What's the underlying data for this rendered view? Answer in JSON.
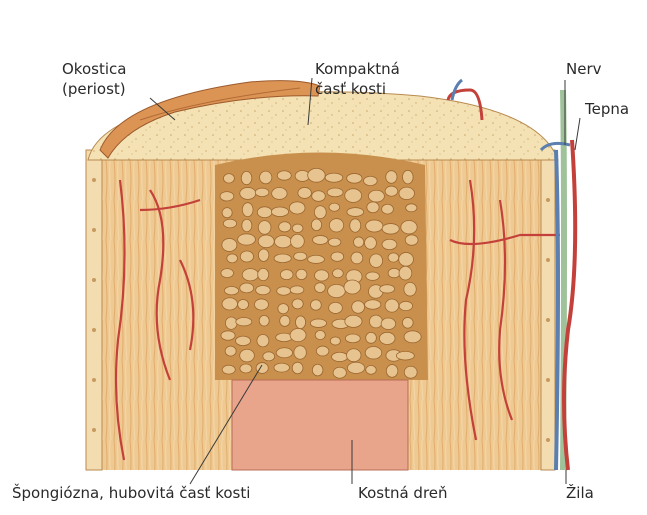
{
  "labels": {
    "periosteum_line1": "Okostica",
    "periosteum_line2": "(periost)",
    "compact_line1": "Kompaktná",
    "compact_line2": "časť kosti",
    "nerve": "Nerv",
    "artery": "Tepna",
    "spongy": "Špongiózna, hubovitá časť kosti",
    "marrow": "Kostná dreň",
    "vein": "Žila"
  },
  "colors": {
    "bone_top": "#f4e2b4",
    "compact_wall": "#ecc78f",
    "spongy_bg": "#c8904c",
    "trabecula": "#e7c48f",
    "marrow": "#e9a48c",
    "artery": "#c3413a",
    "vein": "#5b7fae",
    "nerve": "#9fc29a",
    "periost": "#dc9455"
  }
}
